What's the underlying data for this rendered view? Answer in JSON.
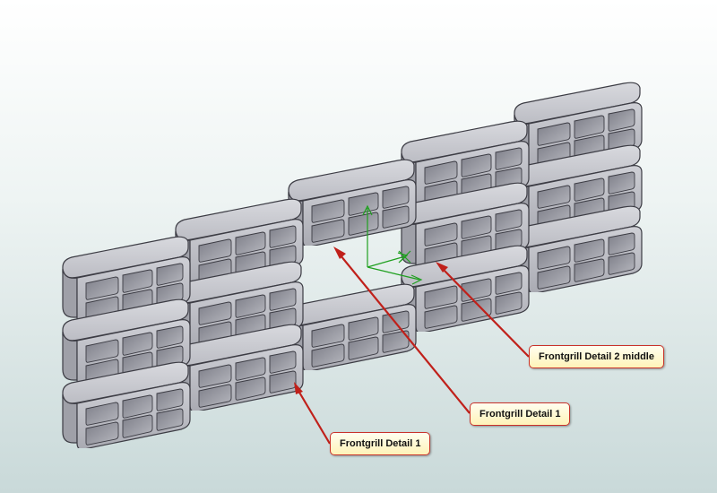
{
  "viewport": {
    "background_top": "#ffffff",
    "background_bottom": "#c9d9d9",
    "part_face_color": "#bfc0c6",
    "part_edge_color": "#3c3c44",
    "arrow_color": "#c0201a",
    "triad_color": "#1fa01f"
  },
  "callouts": [
    {
      "label": "Frontgrill Detail 2 middle"
    },
    {
      "label": "Frontgrill Detail 1"
    },
    {
      "label": "Frontgrill Detail 1"
    }
  ],
  "triad": {
    "icon": "coordinate-triad-icon"
  }
}
